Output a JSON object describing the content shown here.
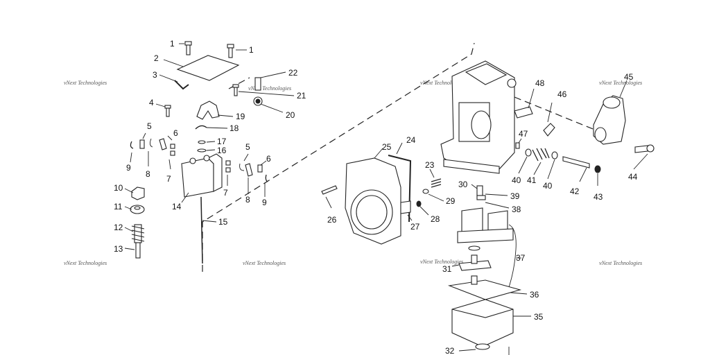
{
  "watermark": "vNext Technologies",
  "callouts": [
    "1",
    "1",
    "2",
    "3",
    "4",
    "5",
    "6",
    "7",
    "8",
    "9",
    "10",
    "11",
    "12",
    "13",
    "14",
    "15",
    "16",
    "17",
    "18",
    "19",
    "20",
    "21",
    "22",
    "5",
    "6",
    "7",
    "8",
    "9",
    "23",
    "24",
    "25",
    "26",
    "27",
    "28",
    "29",
    "30",
    "31",
    "32",
    "35",
    "36",
    "37",
    "38",
    "39",
    "40",
    "40",
    "41",
    "42",
    "43",
    "44",
    "45",
    "46",
    "47",
    "48"
  ]
}
